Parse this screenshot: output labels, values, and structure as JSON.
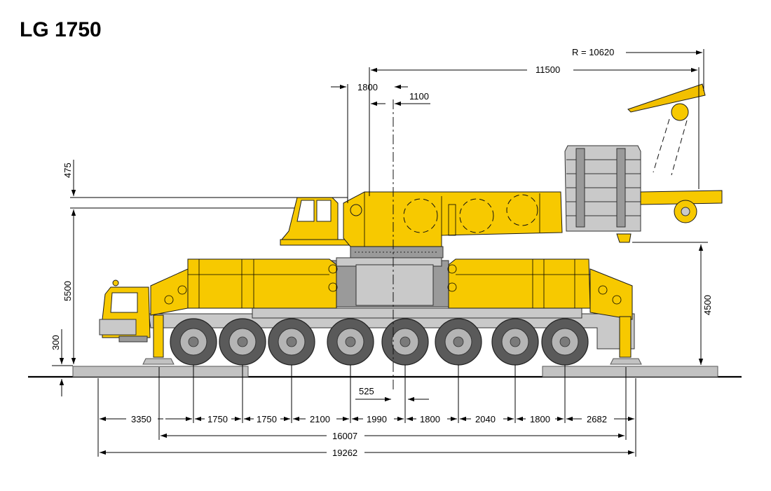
{
  "title": "LG 1750",
  "dimensions": {
    "radius": "R = 10620",
    "tail_length": "11500",
    "offset_1800": "1800",
    "offset_1100": "1100",
    "height_475": "475",
    "height_5500": "5500",
    "height_300": "300",
    "height_4500": "4500",
    "offset_525": "525",
    "bottom_segments": [
      "3350",
      "1750",
      "1750",
      "2100",
      "1990",
      "1800",
      "2040",
      "1800",
      "2682"
    ],
    "length_16007": "16007",
    "length_19262": "19262"
  },
  "colors": {
    "crane_yellow": "#f7c900",
    "chassis_grey": "#c9c9c9",
    "tyre": "#5a5a5a"
  }
}
